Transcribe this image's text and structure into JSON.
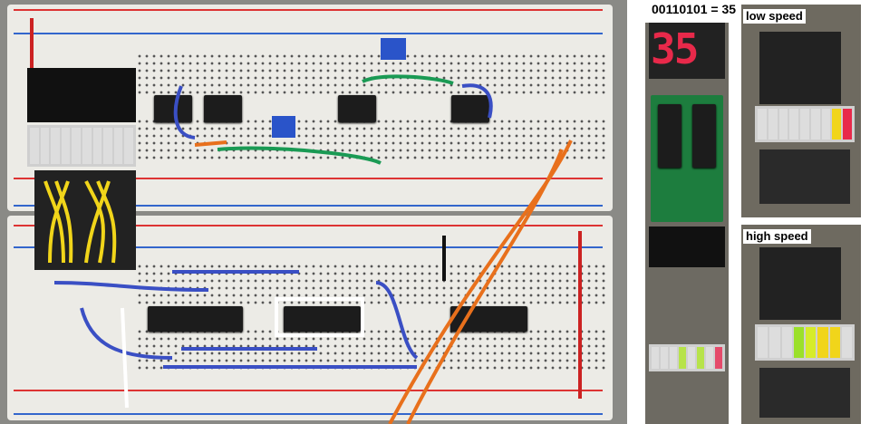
{
  "captions": {
    "binary_value": "00110101 = 35",
    "low_speed": "low speed",
    "high_speed": "high speed"
  },
  "colors": {
    "wire_blue": "#3a4fc4",
    "wire_yellow": "#f1d51a",
    "wire_orange": "#e8701c",
    "led_red": "#e8294a",
    "led_green": "#9be02a"
  }
}
